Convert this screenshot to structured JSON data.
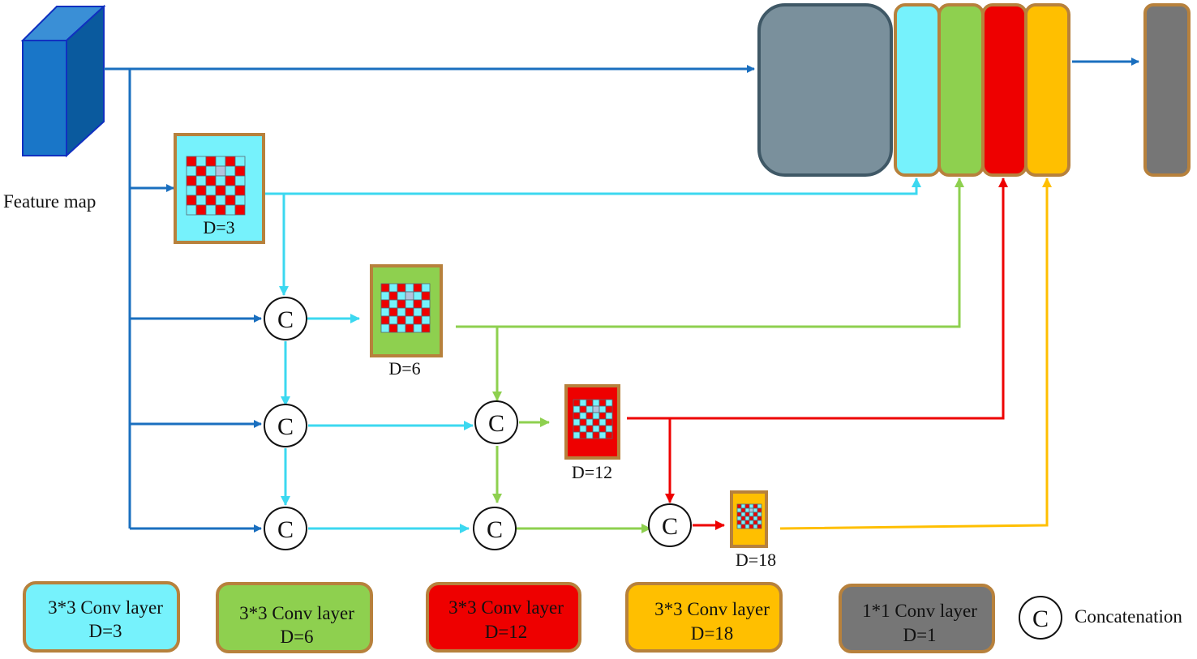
{
  "feature_map_label": "Feature map",
  "concat_symbol": "C",
  "conv_blocks": [
    {
      "id": "d3",
      "dilation_label": "D=3",
      "fill": "#76f2fc",
      "cell_fill": "#76f2fc"
    },
    {
      "id": "d6",
      "dilation_label": "D=6",
      "fill": "#8ed04f",
      "cell_fill": "#76f2fc"
    },
    {
      "id": "d12",
      "dilation_label": "D=12",
      "fill": "#ee0000",
      "cell_fill": "#76f2fc"
    },
    {
      "id": "d18",
      "dilation_label": "D=18",
      "fill": "#ffbf00",
      "cell_fill": "#76f2fc"
    }
  ],
  "legend": [
    {
      "line1": "3*3 Conv layer",
      "line2": "D=3",
      "fill": "#76f2fc"
    },
    {
      "line1": "3*3 Conv layer",
      "line2": "D=6",
      "fill": "#8ed04f"
    },
    {
      "line1": "3*3 Conv layer",
      "line2": "D=12",
      "fill": "#ee0000"
    },
    {
      "line1": "3*3 Conv layer",
      "line2": "D=18",
      "fill": "#ffbf00"
    },
    {
      "line1": "1*1 Conv layer",
      "line2": "D=1",
      "fill": "#767676"
    }
  ],
  "legend_concat_label": "Concatenation",
  "colors": {
    "input_blue": "#1a6fbf",
    "cyan": "#3cd8f0",
    "green": "#8ed04f",
    "red": "#ee0000",
    "yellow": "#ffbf00",
    "border_brown": "#b7813c",
    "pool_gray": "#7a909c",
    "output_gray": "#767676"
  }
}
